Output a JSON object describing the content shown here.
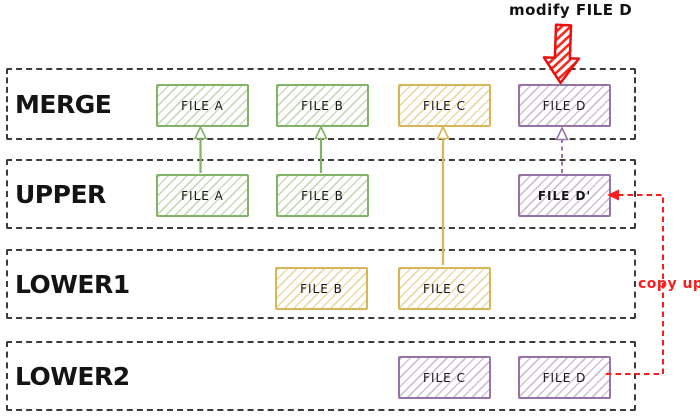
{
  "annotations": {
    "modify_label": "modify FILE D",
    "copy_up_label": "copy up"
  },
  "colors": {
    "green": "#82b366",
    "yellow": "#d6b656",
    "purple": "#9673a6",
    "red": "#fb1d1d",
    "row_border": "#3b3b3b"
  },
  "layers": [
    {
      "label": "MERGE",
      "files": [
        {
          "name": "FILE A",
          "color": "green"
        },
        {
          "name": "FILE B",
          "color": "green"
        },
        {
          "name": "FILE C",
          "color": "yellow"
        },
        {
          "name": "FILE D",
          "color": "purple"
        }
      ]
    },
    {
      "label": "UPPER",
      "files": [
        {
          "name": "FILE A",
          "color": "green"
        },
        {
          "name": "FILE B",
          "color": "green"
        },
        {
          "name": "FILE D'",
          "color": "purple"
        }
      ]
    },
    {
      "label": "LOWER1",
      "files": [
        {
          "name": "FILE B",
          "color": "yellow"
        },
        {
          "name": "FILE C",
          "color": "yellow"
        }
      ]
    },
    {
      "label": "LOWER2",
      "files": [
        {
          "name": "FILE C",
          "color": "purple"
        },
        {
          "name": "FILE D",
          "color": "purple"
        }
      ]
    }
  ],
  "connections": [
    {
      "from": "UPPER FILE A",
      "to": "MERGE FILE A",
      "style": "solid green"
    },
    {
      "from": "UPPER FILE B",
      "to": "MERGE FILE B",
      "style": "solid green"
    },
    {
      "from": "LOWER1 FILE C",
      "to": "MERGE FILE C",
      "style": "solid yellow"
    },
    {
      "from": "UPPER FILE D'",
      "to": "MERGE FILE D",
      "style": "dashed purple"
    },
    {
      "from": "LOWER2 FILE D",
      "to": "UPPER FILE D'",
      "style": "dashed red copy-up"
    },
    {
      "from": "modify FILE D annotation",
      "to": "MERGE FILE D",
      "style": "red block arrow"
    }
  ]
}
